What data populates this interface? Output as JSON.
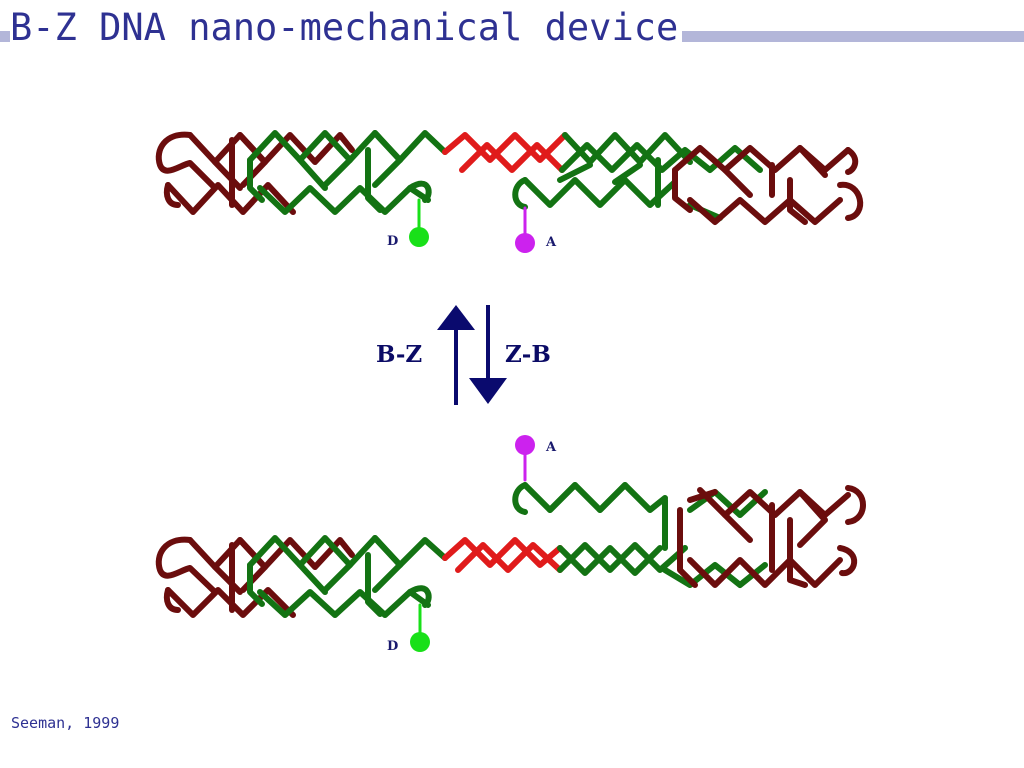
{
  "slide": {
    "title": "B-Z DNA nano-mechanical device",
    "citation": "Seeman, 1999"
  },
  "diagram": {
    "donor_label": "D",
    "acceptor_label": "A",
    "forward_label": "B-Z",
    "reverse_label": "Z-B",
    "colors": {
      "outer_strand": "#6b0d0d",
      "inner_strand": "#137313",
      "z_segment": "#e01b1b",
      "donor": "#19e019",
      "acceptor": "#cc22ee",
      "arrow": "#0a0a6e",
      "title": "#2e3192"
    }
  }
}
